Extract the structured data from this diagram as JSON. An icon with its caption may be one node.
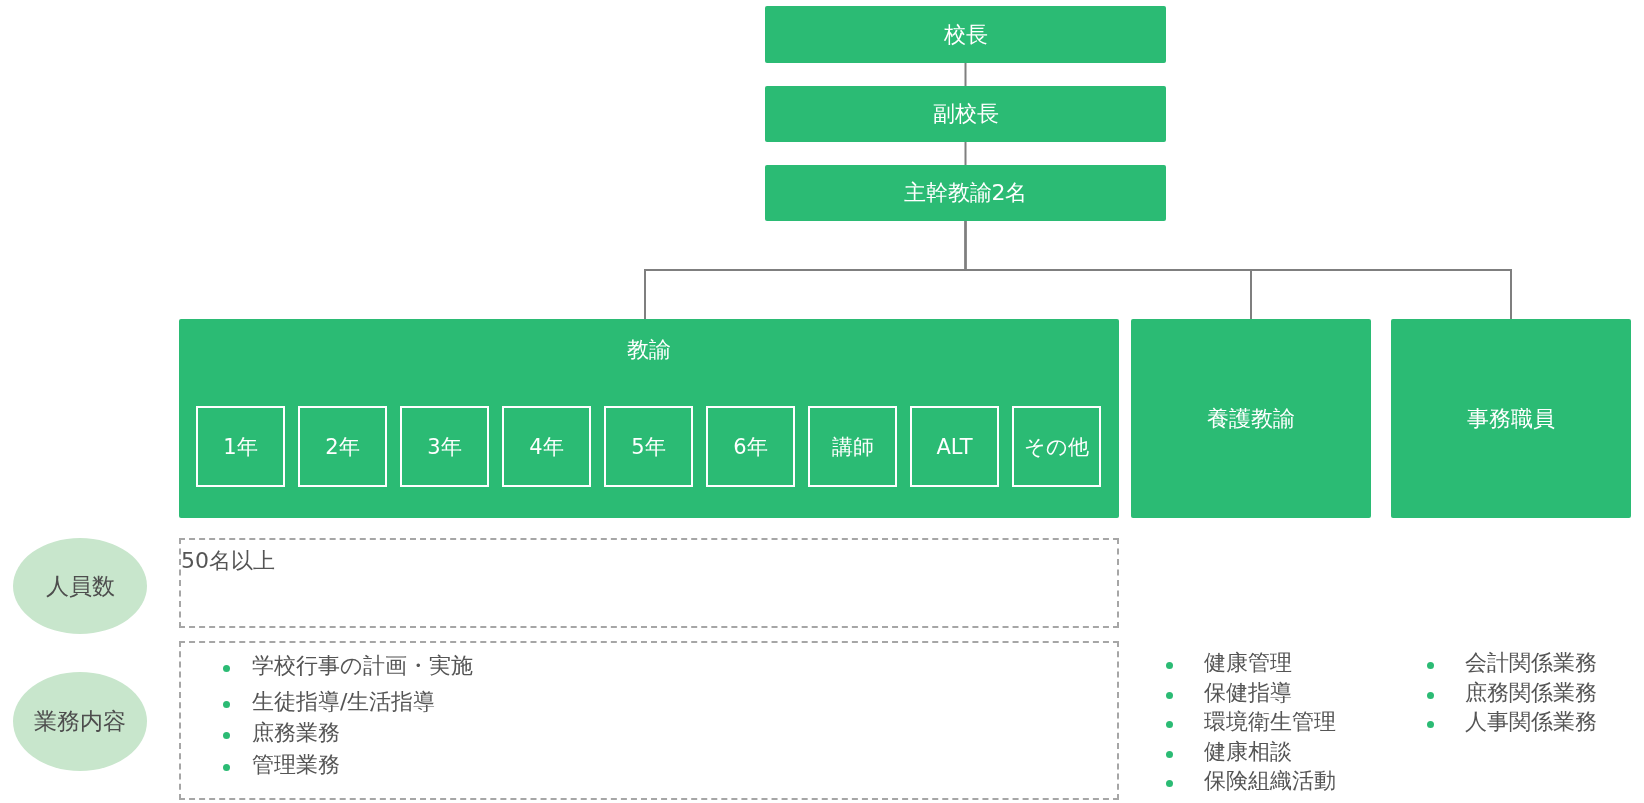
{
  "diagram": {
    "nodes": [
      {
        "text": [
          "校長"
        ]
      },
      {
        "text": [
          "副校長"
        ]
      },
      {
        "text": [
          "主幹教諭2名"
        ]
      },
      {
        "text": [
          "教諭"
        ]
      },
      {
        "text": [
          "1年"
        ],
        "in": 3
      },
      {
        "text": [
          "2年"
        ],
        "in": 3
      },
      {
        "text": [
          "3年"
        ],
        "in": 3
      },
      {
        "text": [
          "4年"
        ],
        "in": 3
      },
      {
        "text": [
          "5年"
        ],
        "in": 3
      },
      {
        "text": [
          "6年"
        ],
        "in": 3
      },
      {
        "text": [
          "講師"
        ],
        "in": 3
      },
      {
        "text": [
          "ALT"
        ],
        "in": 3
      },
      {
        "text": [
          "その他"
        ],
        "in": 3
      },
      {
        "text": [
          "養護教諭"
        ]
      },
      {
        "text": [
          "事務職員"
        ]
      },
      {
        "text": [
          "人員数"
        ]
      },
      {
        "text": [
          "業務内容"
        ]
      },
      {
        "text": [
          "50名以上"
        ]
      },
      {
        "text": [
          "学校行事の計画・実施",
          "生徒指導/生活指導",
          "庶務業務",
          "管理業務"
        ]
      }
    ],
    "edges": [
      {
        "from": 0,
        "to": 1,
        "arrow": "none"
      },
      {
        "from": 1,
        "to": 2,
        "arrow": "none"
      },
      {
        "from": 2,
        "to": 3,
        "arrow": "none"
      },
      {
        "from": 2,
        "to": 13,
        "arrow": "none"
      },
      {
        "from": 2,
        "to": 14,
        "arrow": "none"
      }
    ],
    "labels": [
      "健康管理",
      "保健指導",
      "環境衛生管理",
      "健康相談",
      "保険組織活動",
      "会計関係業務",
      "庶務関係業務",
      "人事関係業務"
    ]
  }
}
